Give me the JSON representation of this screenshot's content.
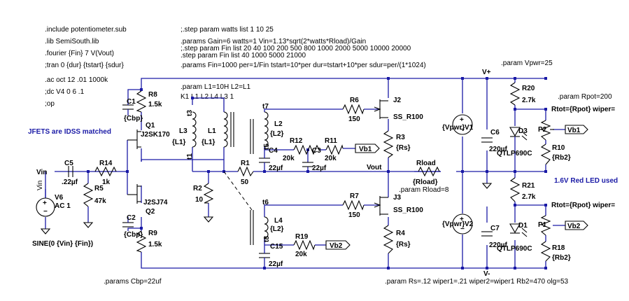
{
  "directives": {
    "include": ".include potentiometer.sub",
    "lib": ".lib SemiSouth.lib",
    "fourier": ".fourier {Fin} 7 V(Vout)",
    "tran": ";tran 0 {dur} {tstart} {sdur}",
    "ac": ".ac oct 12 .01 1000k",
    "dc": ";dc V4 0 6 .1",
    "op": ";op",
    "step_watts": ";.step param watts list 1  10   25",
    "params_gain": ".params Gain=6 watts=1 Vin=1.13*sqrt(2*watts*Rload)/Gain",
    "step_fin1": ";.step param Fin list 20  40 100 200 500 800 1000 2000 5000 10000 20000",
    ".step_fin2": "",
    "step_fin2": ".step param Fin list  40 1000 5000 21000",
    "params_fin": ".params Fin=1000 per=1/Fin tstart=10*per dur=tstart+10*per sdur=per/(1*1024)",
    "param_L": ".param L1=10H L2=L1",
    "coupling": "K1 L1 L2 L4  L3  1",
    "param_vpwr": ".param Vpwr=25",
    "param_rpot": ".param Rpot=200",
    "param_rload": ".param Rload=8",
    "params_cbp": ".params Cbp=22uf",
    "param_rs": ".param Rs=.12 wiper1=.21 wiper2=wiper1 Rb2=470 olg=53"
  },
  "notes": {
    "jfet": "JFETS are IDSS matched",
    "led": "1.6V Red LED used"
  },
  "labels": {
    "vin": "Vin",
    "vout": "Vout",
    "vplus": "V+",
    "vminus": "V-",
    "vb1": "Vb1",
    "vb2": "Vb2",
    "rtot1": "Rtot={Rpot} wiper=",
    "rtot2": "Rtot={Rpot} wiper="
  },
  "components": {
    "V6": {
      "name": "V6",
      "value": "AC 1",
      "sine": "SINE(0 {Vin} {Fin})",
      "label": "Vin"
    },
    "C5": {
      "name": "C5",
      "value": ".22µf"
    },
    "R14": {
      "name": "R14",
      "value": "1k"
    },
    "R5": {
      "name": "R5",
      "value": "47k"
    },
    "C1": {
      "name": "C1",
      "value": "{Cbp}"
    },
    "R8": {
      "name": "R8",
      "value": "1.5k"
    },
    "Q1": {
      "name": "Q1",
      "value": "J2SK170"
    },
    "Q2": {
      "name": "Q2",
      "value": "J2SJ74"
    },
    "C2": {
      "name": "C2",
      "value": "{Cbp}"
    },
    "R9": {
      "name": "R9",
      "value": "1.5k"
    },
    "L3": {
      "name": "L3",
      "value": "{L1}",
      "tap": "t3",
      "tap2": "t1"
    },
    "L1": {
      "name": "L1",
      "value": "{L1}"
    },
    "R2": {
      "name": "R2",
      "value": "10"
    },
    "R1": {
      "name": "R1",
      "value": "50"
    },
    "L2": {
      "name": "L2",
      "value": "{L2}",
      "tap": "t7",
      "tap2": "t5"
    },
    "C4": {
      "name": "C4",
      "value": "22µf"
    },
    "R12": {
      "name": "R12",
      "value": "20k"
    },
    "C3": {
      "name": "C3",
      "value": "22µf"
    },
    "R11": {
      "name": "R11",
      "value": "20k"
    },
    "R6": {
      "name": "R6",
      "value": "150"
    },
    "J2": {
      "name": "J2",
      "value": "SS_R100"
    },
    "R3": {
      "name": "R3",
      "value": "{Rs}"
    },
    "L4": {
      "name": "L4",
      "value": "{L2}",
      "tap": "t6",
      "tap2": "t8"
    },
    "C15": {
      "name": "C15",
      "value": "22µf"
    },
    "R19": {
      "name": "R19",
      "value": "20k"
    },
    "R7": {
      "name": "R7",
      "value": "150"
    },
    "J3": {
      "name": "J3",
      "value": "SS_R100"
    },
    "R4": {
      "name": "R4",
      "value": "{Rs}"
    },
    "Rload": {
      "name": "Rload",
      "value": "{Rload}"
    },
    "Vpwr1": {
      "name": "{Vpwr}",
      "id": "V1"
    },
    "Vpwr2": {
      "name": "{Vpwr}",
      "id": "V2"
    },
    "C6": {
      "name": "C6",
      "value": "220µf"
    },
    "C7": {
      "name": "C7",
      "value": "220µf"
    },
    "R20": {
      "name": "R20",
      "value": "2.7k"
    },
    "R21": {
      "name": "R21",
      "value": "2.7k"
    },
    "D3": {
      "name": "D3",
      "value": "QTLP690C"
    },
    "D1": {
      "name": "D1",
      "value": "QTLP690C"
    },
    "P2": {
      "name": "P2"
    },
    "P1": {
      "name": "P1"
    },
    "R10": {
      "name": "R10",
      "value": "{Rb2}"
    },
    "R18": {
      "name": "R18",
      "value": "{Rb2}"
    }
  },
  "colors": {
    "wire": "#1a1aa6",
    "component": "#000000",
    "note": "#1a1aa6"
  }
}
